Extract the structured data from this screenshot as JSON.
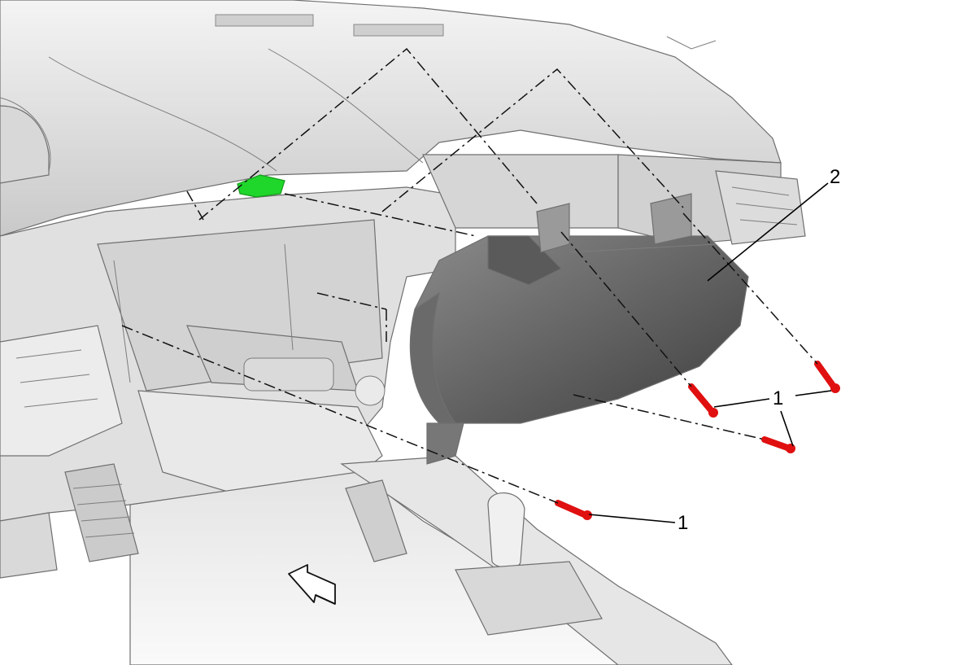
{
  "figure": {
    "callouts": {
      "screw_a": "1",
      "screw_b": "1",
      "cluster": "2"
    },
    "fastener_color": "#e01010",
    "clip_color": "#1fd62a",
    "icons": [
      "forward-direction-arrow-icon"
    ]
  }
}
